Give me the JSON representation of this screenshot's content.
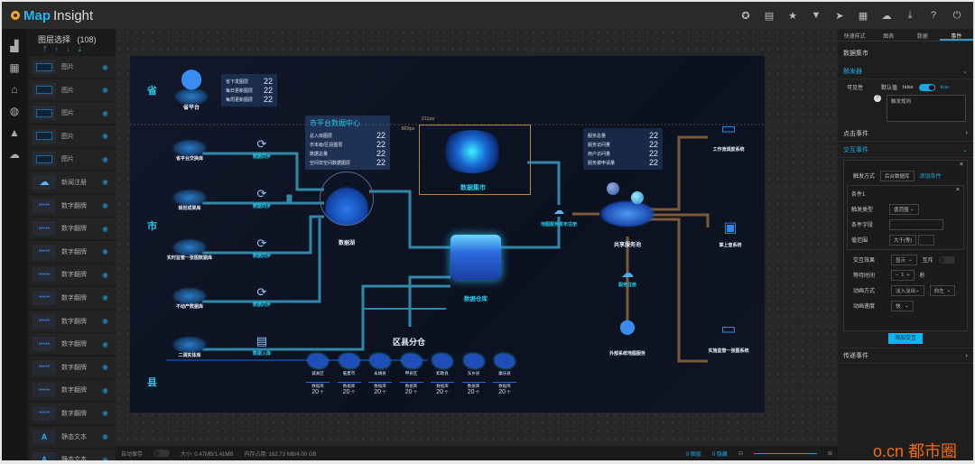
{
  "app": {
    "logo_map": "Map",
    "logo_insight": "Insight"
  },
  "toolbar_icons": [
    "theme-icon",
    "clipboard-icon",
    "star-icon",
    "dropdown-icon",
    "send-icon",
    "save-icon",
    "cloud-upload-icon",
    "download-icon",
    "help-icon",
    "power-icon"
  ],
  "rail_icons": [
    "chart-icon",
    "table-icon",
    "tag-icon",
    "globe-icon",
    "shapes-icon",
    "cloud-icon"
  ],
  "layers": {
    "title": "图层选择",
    "count": "(108)",
    "move_arrows": "⤒↑↓⤓",
    "items": [
      {
        "label": "图片",
        "type": "image"
      },
      {
        "label": "图片",
        "type": "image"
      },
      {
        "label": "图片",
        "type": "image"
      },
      {
        "label": "图片",
        "type": "image"
      },
      {
        "label": "图片",
        "type": "image"
      },
      {
        "label": "新闻注册",
        "type": "cloud"
      },
      {
        "label": "数字翻牌",
        "type": "digits"
      },
      {
        "label": "数字翻牌",
        "type": "digits"
      },
      {
        "label": "数字翻牌",
        "type": "digits"
      },
      {
        "label": "数字翻牌",
        "type": "digits"
      },
      {
        "label": "数字翻牌",
        "type": "digits"
      },
      {
        "label": "数字翻牌",
        "type": "digits"
      },
      {
        "label": "数字翻牌",
        "type": "digits"
      },
      {
        "label": "数字翻牌",
        "type": "digits"
      },
      {
        "label": "数字翻牌",
        "type": "digits"
      },
      {
        "label": "数字翻牌",
        "type": "digits"
      },
      {
        "label": "静态文本",
        "type": "text"
      },
      {
        "label": "静态文本",
        "type": "text"
      }
    ]
  },
  "canvas": {
    "regions": {
      "province": "省",
      "city": "市",
      "county": "县"
    },
    "province_platform": "省平台",
    "province_box": [
      {
        "k": "省下发图层",
        "v": "22"
      },
      {
        "k": "每日更新图层",
        "v": "22"
      },
      {
        "k": "每周更新图层",
        "v": "22"
      }
    ],
    "city_box": {
      "title": "市平台数据中心",
      "rows": [
        {
          "k": "总入库图层",
          "v": "22"
        },
        {
          "k": "市本级/区县图层",
          "v": "22"
        },
        {
          "k": "数据总量",
          "v": "22"
        },
        {
          "k": "空间非空间数据图层",
          "v": "22"
        }
      ]
    },
    "sources": [
      "省平台交换库",
      "规划成果库",
      "实时监管一张图数据库",
      "不动产数据库",
      "二调实体库"
    ],
    "sync_labels": [
      "数据同步",
      "数据同步",
      "数据同步",
      "数据同步",
      "数据入库"
    ],
    "data_lake": "数据湖",
    "data_warehouse": "数据仓库",
    "data_mart": "数据集市",
    "publish": "地图服务发布注册",
    "service_box": [
      {
        "k": "服务总量",
        "v": "22"
      },
      {
        "k": "服务访问量",
        "v": "22"
      },
      {
        "k": "用户访问量",
        "v": "22"
      },
      {
        "k": "服务被申请量",
        "v": "22"
      }
    ],
    "service_pool": "共享服务池",
    "service_register": "服务注册",
    "external": "外部系统地图服务",
    "targets": [
      "工作流调度系统",
      "掌上查系统",
      "实施监管一张图系统"
    ],
    "county_title": "区县分仓",
    "counties": [
      {
        "name": "城关区",
        "label": "数据库",
        "value": "20",
        "unit": "个"
      },
      {
        "name": "临夏市",
        "label": "数据库",
        "value": "20",
        "unit": "个"
      },
      {
        "name": "永靖县",
        "label": "数据库",
        "value": "20",
        "unit": "个"
      },
      {
        "name": "甲县区",
        "label": "数据库",
        "value": "20",
        "unit": "个"
      },
      {
        "name": "和政县",
        "label": "数据库",
        "value": "20",
        "unit": "个"
      },
      {
        "name": "东乡县",
        "label": "数据库",
        "value": "20",
        "unit": "个"
      },
      {
        "name": "康乐县",
        "label": "数据库",
        "value": "20",
        "unit": "个"
      }
    ]
  },
  "panel": {
    "tabs": [
      "快速样式",
      "图表",
      "数据",
      "事件"
    ],
    "active_tab": "事件",
    "component": "数据集市",
    "trigger": "触发器",
    "visibility": "可见性",
    "default": "默认值",
    "false": "false",
    "true": "true",
    "rule_placeholder": "触发规则",
    "click_event": "点击事件",
    "interaction_event": "交互事件",
    "trigger_mode": "触发方式",
    "trigger_mode_value": "后台数据库",
    "add_condition": "添加条件",
    "condition": "条件1",
    "trigger_type": "触发类型",
    "trigger_type_value": "值范围",
    "field": "条件字段",
    "range": "值范围",
    "range_op": "大于(等)",
    "effect": "交互效果",
    "effect_value": "显示",
    "mutex": "互斥",
    "wait": "等待时间",
    "wait_value": "1",
    "seconds": "秒",
    "anim": "动画方式",
    "anim_value": "淡入淡出",
    "anim_dir": "向左",
    "speed": "动画速度",
    "speed_value": "快",
    "add_interaction": "添加交互",
    "pass_event": "传递事件"
  },
  "status": {
    "autosave": "自动保存",
    "size": "大小: 0.47MB/1.41MB",
    "memory": "内存占用: 162.73 MB/4.00 GB",
    "layers_count": "0 图层",
    "hidden_count": "0 隐藏"
  },
  "watermark": {
    "logo": "o.cn",
    "text": "都市圈"
  }
}
